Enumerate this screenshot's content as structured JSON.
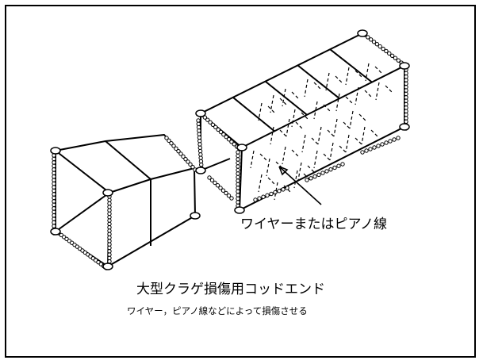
{
  "labels": {
    "wire": "ワイヤーまたはピアノ線",
    "title": "大型クラゲ損傷用コッドエンド",
    "subtitle": "ワイヤー，ピアノ線などによって損傷させる"
  },
  "colors": {
    "line": "#000000",
    "background": "#ffffff"
  }
}
